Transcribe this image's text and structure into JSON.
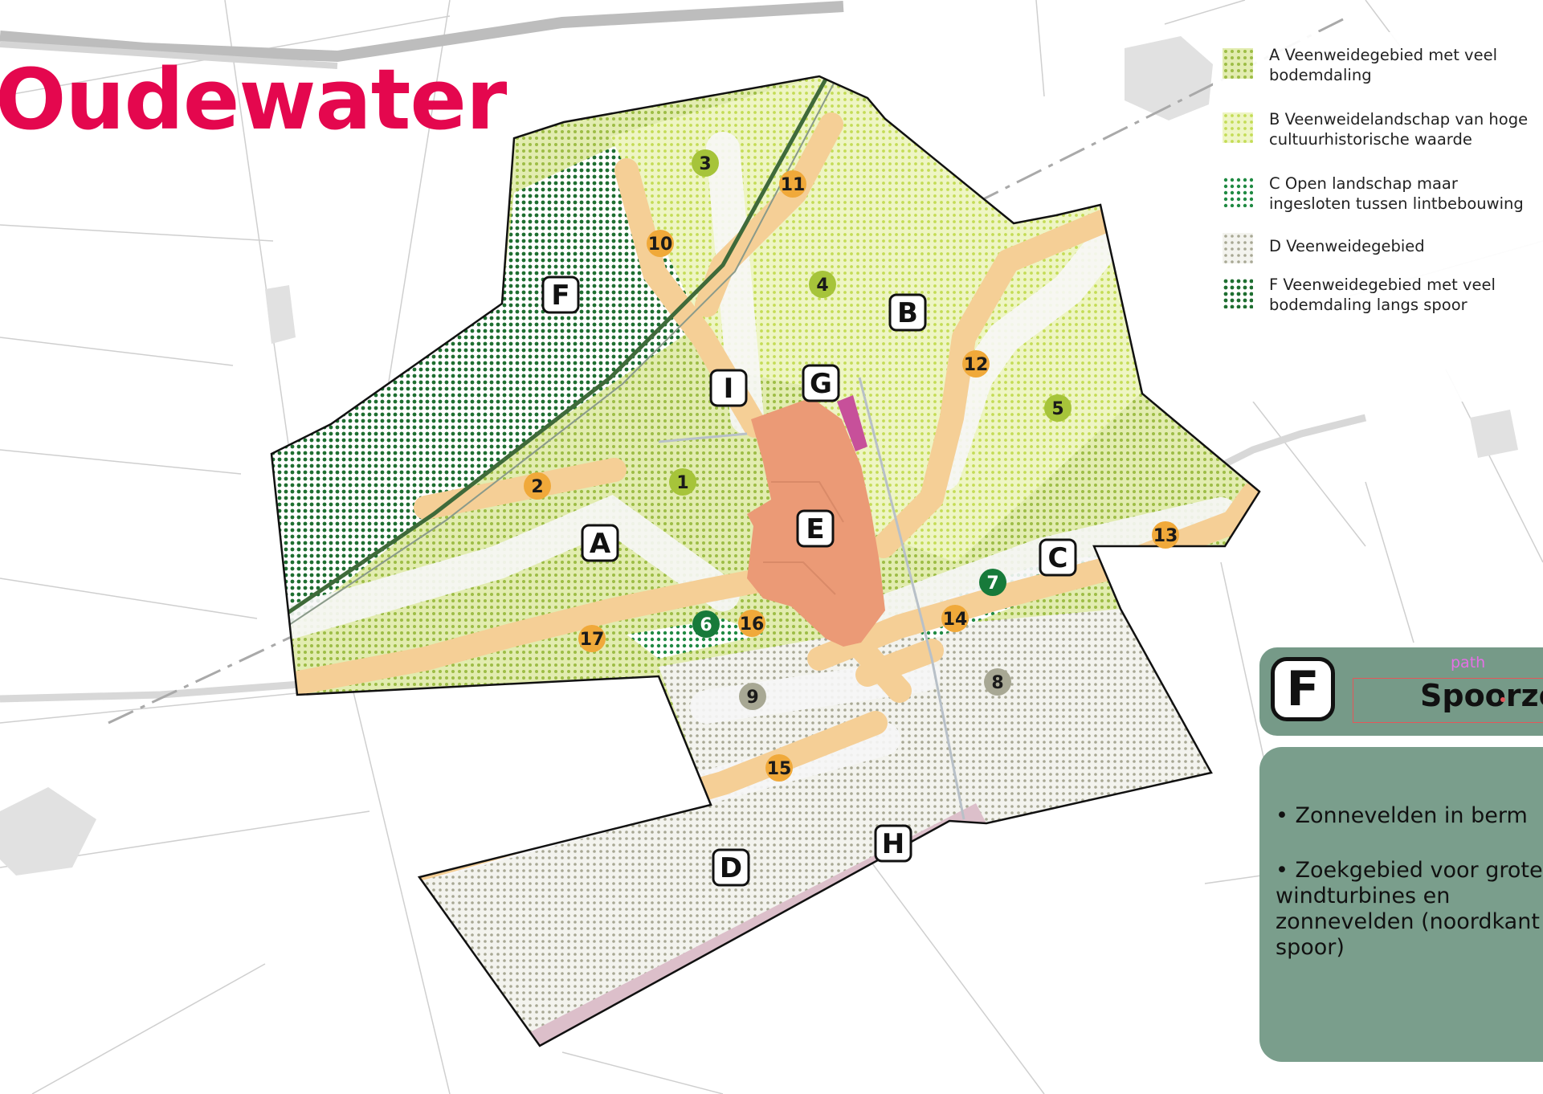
{
  "map_title": "Oudewater",
  "legend": {
    "items": [
      {
        "label": "A Veenweidegebied met veel bodemdaling",
        "color": "#9cbe4e"
      },
      {
        "label": "B Veenweidelandschap van hoge cultuurhistorische waarde",
        "color": "#c4dc5c"
      },
      {
        "label": "C Open landschap maar ingesloten tussen lintbebouwing",
        "color": "#1f7a3c"
      },
      {
        "label": "D Veenweidegebied",
        "color": "#a0a08c"
      },
      {
        "label": "F Veenweidegebied met veel bodemdaling langs spoor",
        "color": "#1e6e30"
      }
    ]
  },
  "area_labels": [
    "A",
    "B",
    "C",
    "D",
    "E",
    "F",
    "G",
    "H",
    "I"
  ],
  "markers": [
    {
      "n": "1",
      "kind": "green"
    },
    {
      "n": "2",
      "kind": "orange"
    },
    {
      "n": "3",
      "kind": "green"
    },
    {
      "n": "4",
      "kind": "green"
    },
    {
      "n": "5",
      "kind": "green"
    },
    {
      "n": "6",
      "kind": "darkgreen"
    },
    {
      "n": "7",
      "kind": "darkgreen"
    },
    {
      "n": "8",
      "kind": "grey"
    },
    {
      "n": "9",
      "kind": "grey"
    },
    {
      "n": "10",
      "kind": "orange"
    },
    {
      "n": "11",
      "kind": "orange"
    },
    {
      "n": "12",
      "kind": "orange"
    },
    {
      "n": "13",
      "kind": "orange"
    },
    {
      "n": "14",
      "kind": "orange"
    },
    {
      "n": "15",
      "kind": "orange"
    },
    {
      "n": "16",
      "kind": "orange"
    },
    {
      "n": "17",
      "kind": "orange"
    }
  ],
  "colors": {
    "title": "#e4074e",
    "orange": "#f0a93a",
    "green": "#a6c43a",
    "darkgreen": "#177a3a",
    "grey": "#a8a894",
    "town": "#ec9a78",
    "zone_h": "#d9b8c4",
    "zone_g": "#c7509a",
    "card": "#7a9e8c"
  },
  "card": {
    "letter": "F",
    "title": "Spoorzone",
    "path_tag": "path",
    "bullets": [
      "• Zonnevelden in berm",
      "• Zoekgebied voor grote windturbines en zonnevelden (noordkant spoor)"
    ]
  }
}
